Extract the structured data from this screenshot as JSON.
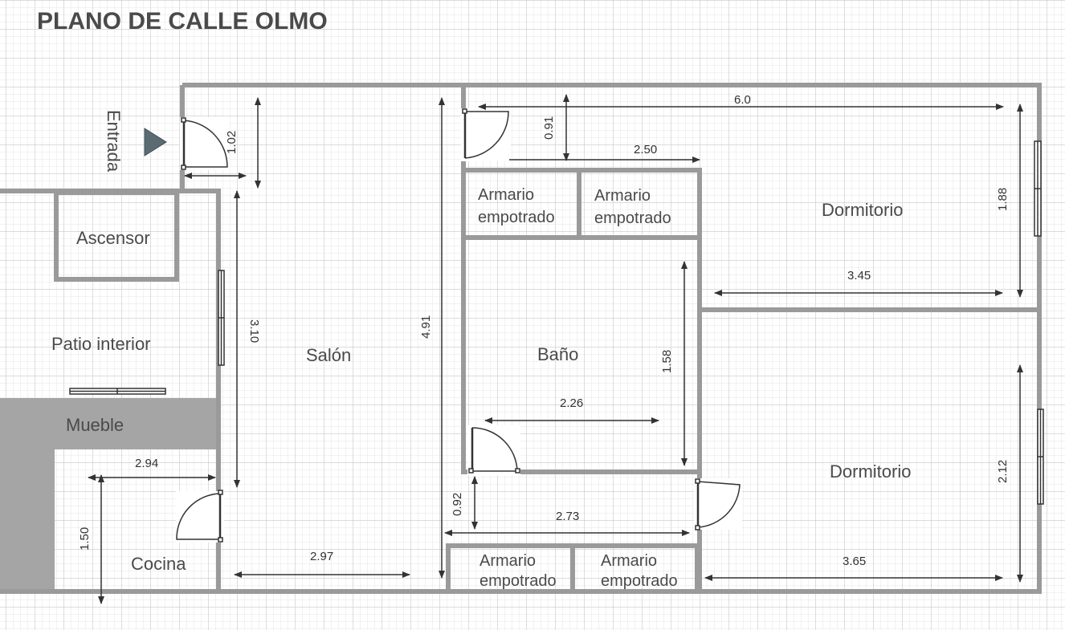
{
  "title": "PLANO DE CALLE OLMO",
  "entrance": "Entrada",
  "rooms": {
    "elevator": "Ascensor",
    "patio": "Patio interior",
    "furniture": "Mueble",
    "kitchen": "Cocina",
    "living": "Salón",
    "bathroom": "Baño",
    "bedroom_top": "Dormitorio",
    "bedroom_bottom": "Dormitorio"
  },
  "closets": {
    "line1": "Armario",
    "line2": "empotrado"
  },
  "dimensions": {
    "entry_door": "1.02",
    "hall_top": "0.91",
    "bedroom_top_width": "6.0",
    "hall_width": "2.50",
    "bedroom_top_height": "1.88",
    "bedroom_top_depth": "3.45",
    "living_height_left": "3.10",
    "living_height_mid": "4.91",
    "bath_height": "1.58",
    "bath_width": "2.26",
    "bath_door_gap": "0.92",
    "bottom_hall": "2.73",
    "kitchen_width": "2.94",
    "kitchen_height": "1.50",
    "living_width": "2.97",
    "bedroom_bottom_height": "2.12",
    "bedroom_bottom_width": "3.65"
  },
  "colors": {
    "wall": "#9a9a9a",
    "furniture": "#a5a5a5",
    "grid_minor": "#e2e2e2",
    "grid_major": "#c9c9c9",
    "arrow": "#333333"
  }
}
